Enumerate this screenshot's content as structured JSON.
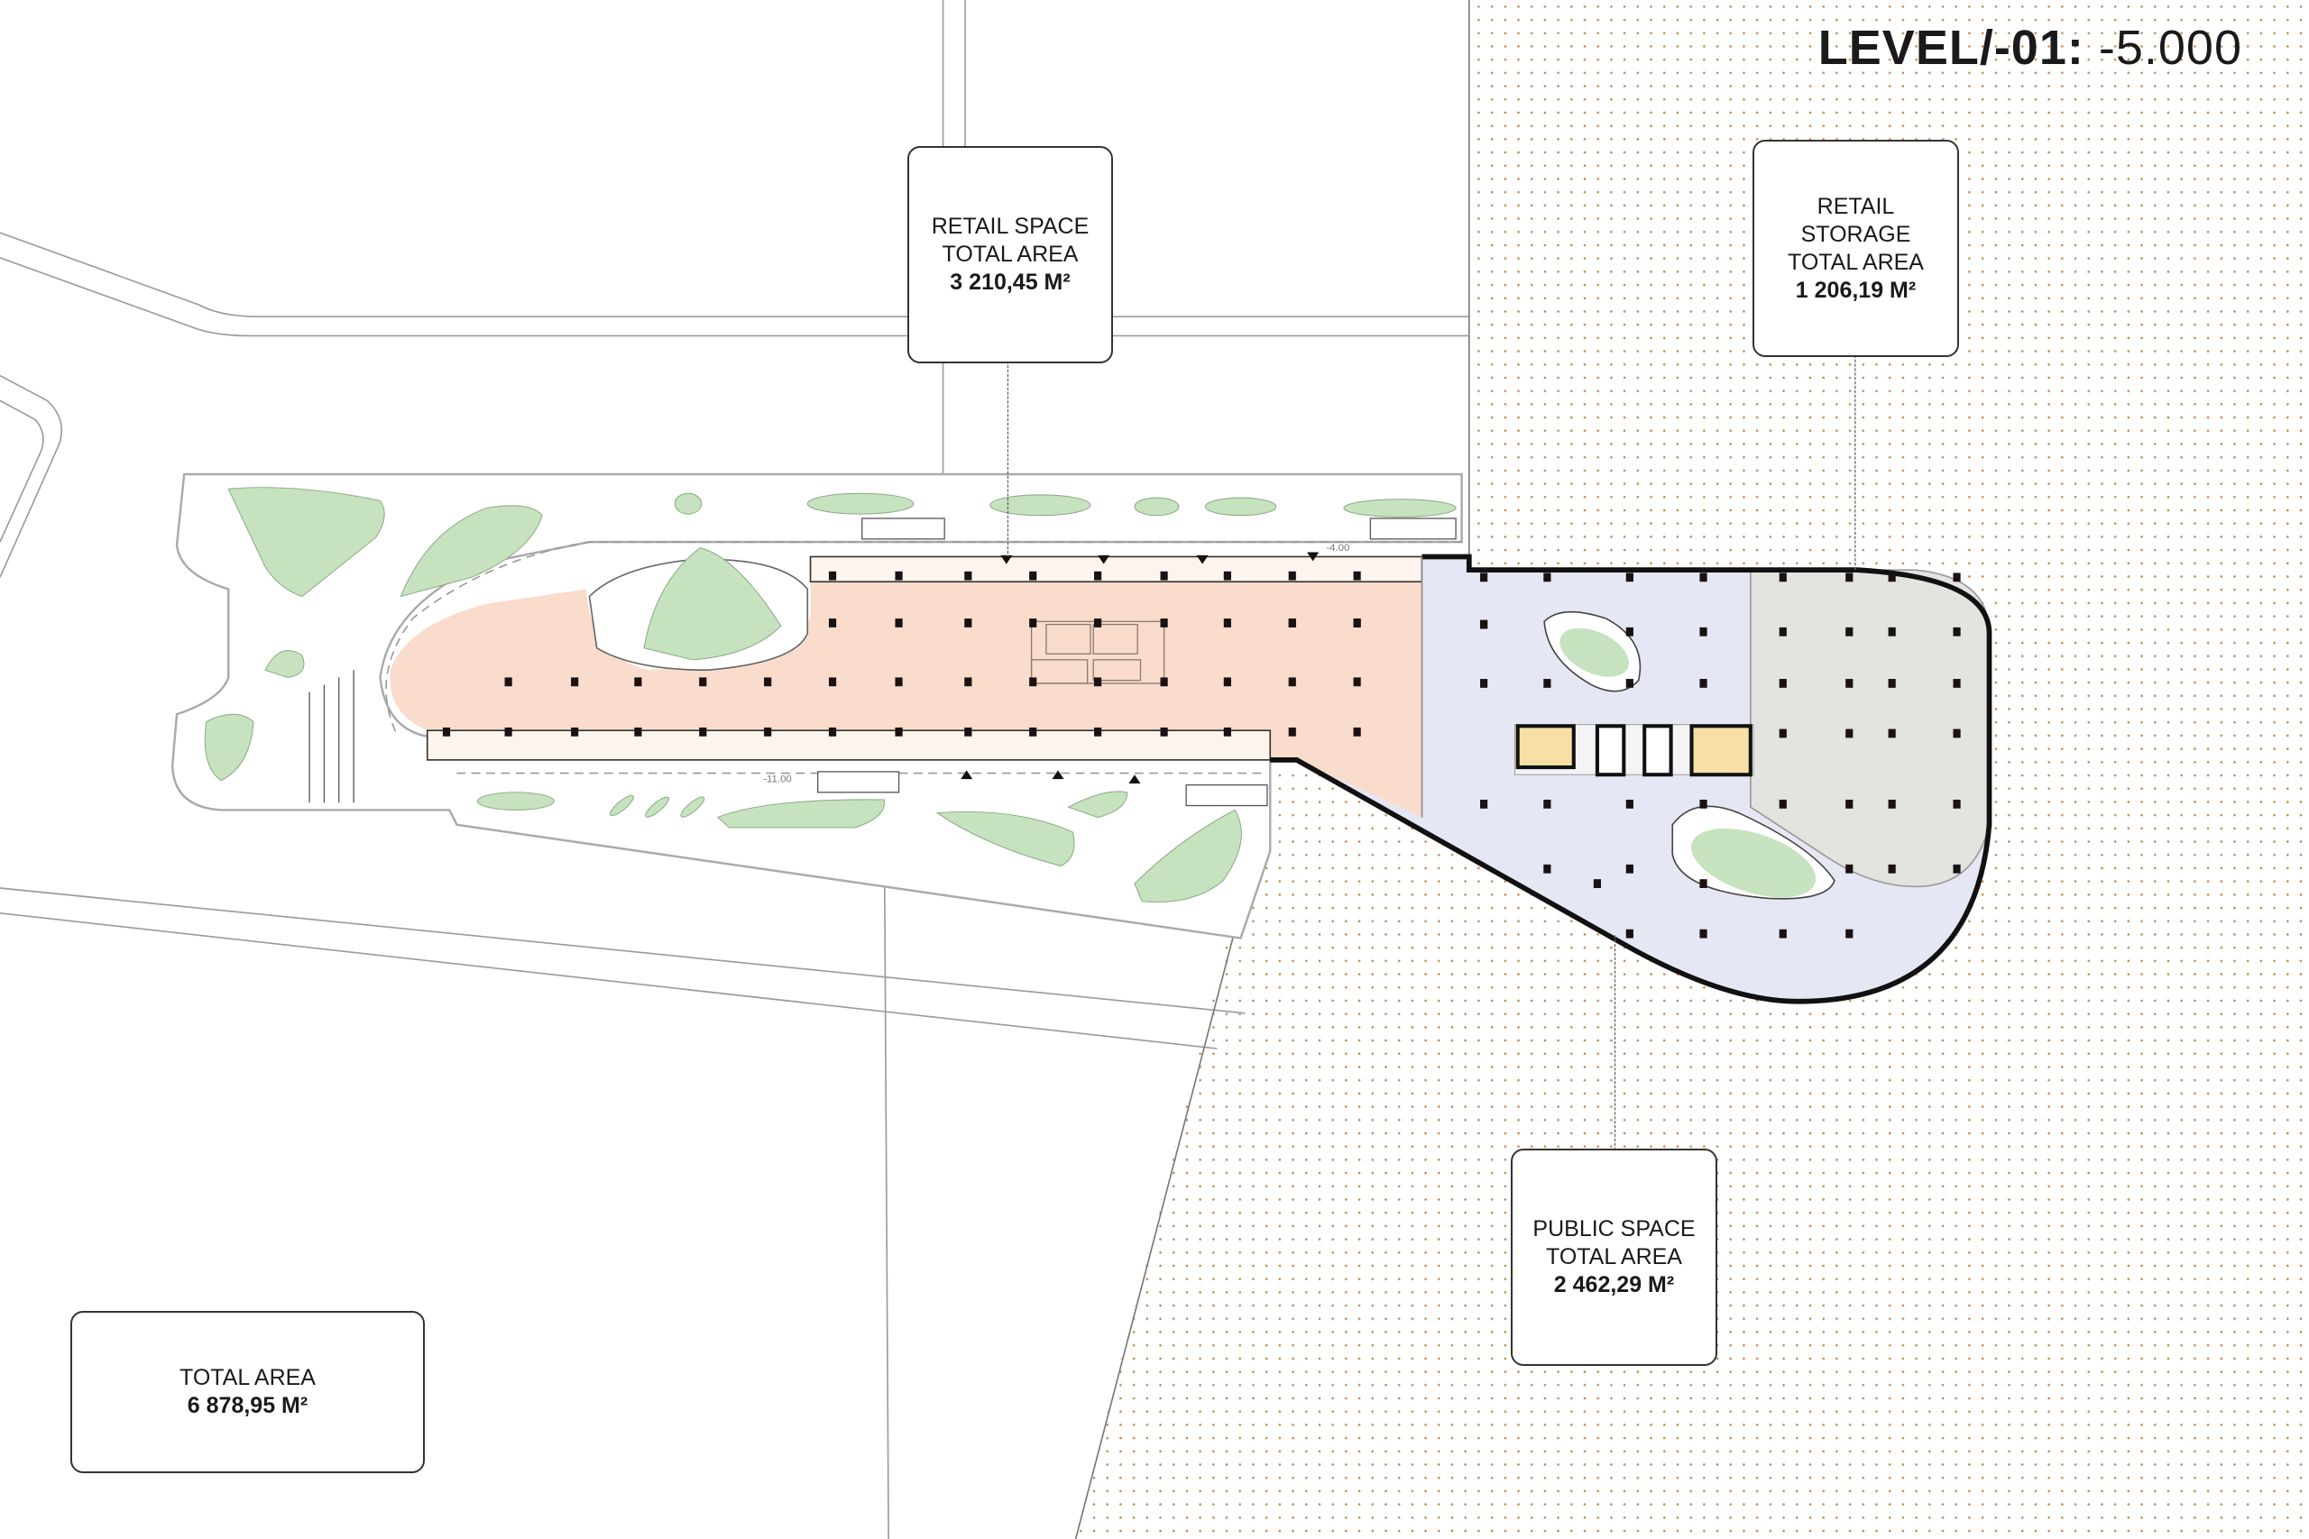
{
  "title": {
    "level": "LEVEL/-01:",
    "elevation": "-5.000"
  },
  "labels": {
    "retail_space": {
      "line1": "RETAIL SPACE",
      "line2": "TOTAL AREA",
      "value": "3 210,45 M²"
    },
    "retail_storage": {
      "line1": "RETAIL",
      "line2": "STORAGE",
      "line3": "TOTAL AREA",
      "value": "1 206,19 M²"
    },
    "public_space": {
      "line1": "PUBLIC SPACE",
      "line2": "TOTAL AREA",
      "value": "2 462,29 M²"
    },
    "total": {
      "line1": "TOTAL AREA",
      "value": "6 878,95 M²"
    }
  },
  "elevation_marks": {
    "upper": "-4.00",
    "lower": "-11.00"
  },
  "colors": {
    "retail": "#f9dccb",
    "retail_edge": "#fdf4ee",
    "public": "#e6e7f4",
    "storage": "#e3e4df",
    "green": "#c6e2bf",
    "core": "#f7dfa6",
    "dots": "#c98a4e"
  }
}
